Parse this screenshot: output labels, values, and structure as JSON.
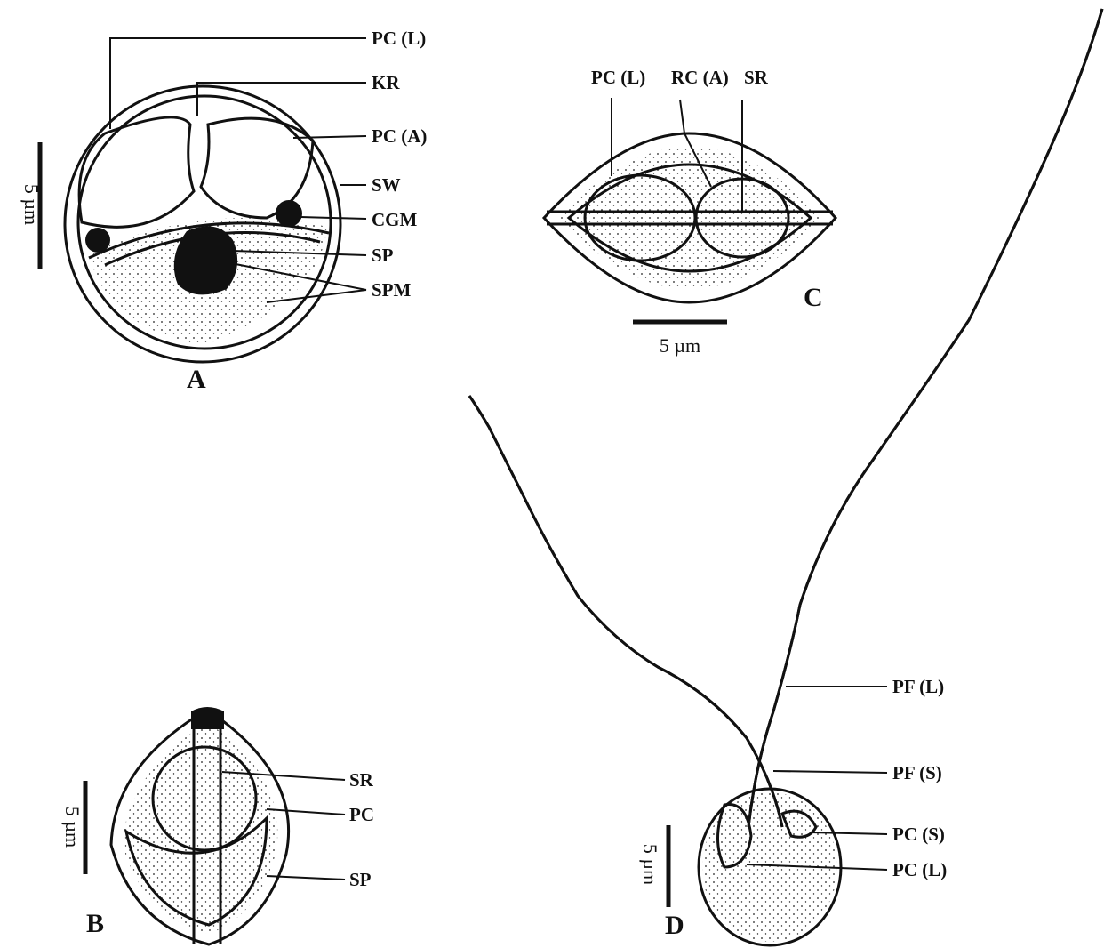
{
  "panels": {
    "A": {
      "letter": "A",
      "scale_label": "5 µm",
      "labels": [
        "PC (L)",
        "KR",
        "PC (A)",
        "SW",
        "CGM",
        "SP",
        "SPM"
      ]
    },
    "B": {
      "letter": "B",
      "scale_label": "5 µm",
      "labels": [
        "SR",
        "PC",
        "SP"
      ]
    },
    "C": {
      "letter": "C",
      "scale_label": "5 µm",
      "labels": [
        "PC (L)",
        "RC (A)",
        "SR"
      ]
    },
    "D": {
      "letter": "D",
      "scale_label": "5 µm",
      "labels": [
        "PF (L)",
        "PF (S)",
        "PC (S)",
        "PC (L)"
      ]
    }
  }
}
